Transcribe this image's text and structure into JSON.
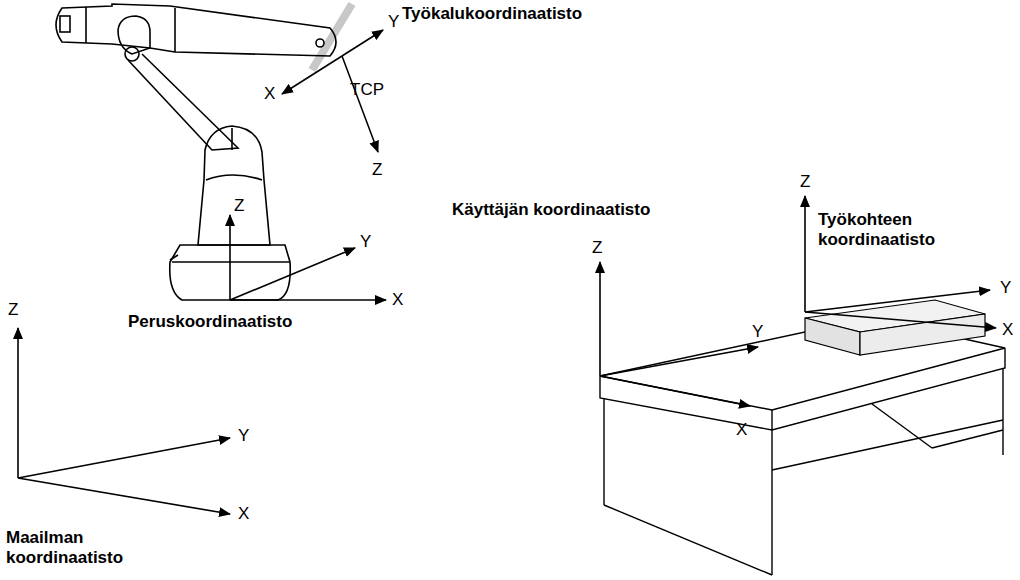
{
  "diagram": {
    "labels": [
      "Työkalukoordinaatisto",
      "Y",
      "X",
      "TCP",
      "Z",
      "Z",
      "Y",
      "X",
      "Peruskoordinaatisto",
      "Käyttäjän koordinaatisto",
      "Z",
      "Työkohteen koordinaatisto",
      "Y",
      "X",
      "Z",
      "Y",
      "X",
      "Z",
      "Y",
      "X",
      "Maailman koordinaatisto"
    ]
  }
}
